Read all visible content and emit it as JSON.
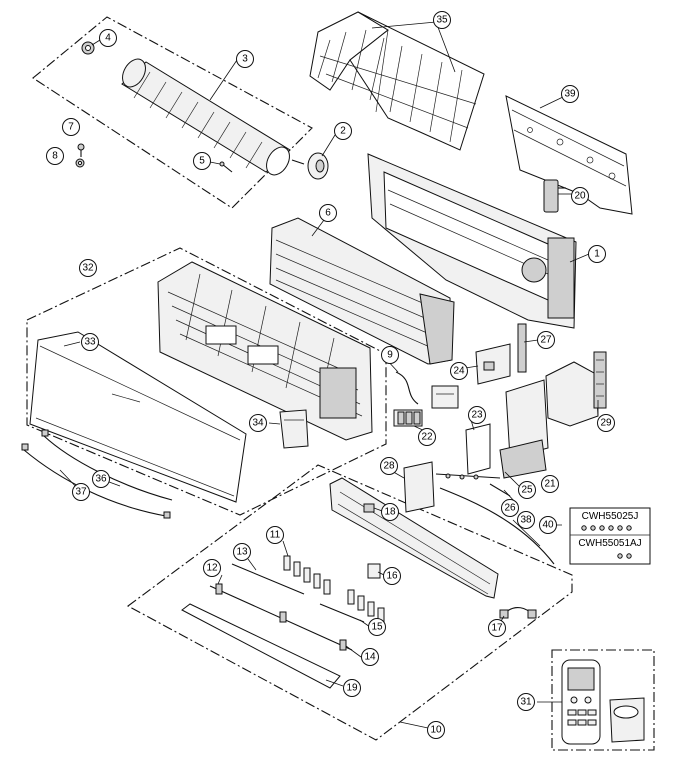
{
  "callouts": [
    {
      "id": "c1",
      "label": "1"
    },
    {
      "id": "c2",
      "label": "2"
    },
    {
      "id": "c3",
      "label": "3"
    },
    {
      "id": "c4",
      "label": "4"
    },
    {
      "id": "c5",
      "label": "5"
    },
    {
      "id": "c6",
      "label": "6"
    },
    {
      "id": "c7",
      "label": "7"
    },
    {
      "id": "c8",
      "label": "8"
    },
    {
      "id": "c9",
      "label": "9"
    },
    {
      "id": "c10",
      "label": "10"
    },
    {
      "id": "c11",
      "label": "11"
    },
    {
      "id": "c12",
      "label": "12"
    },
    {
      "id": "c13",
      "label": "13"
    },
    {
      "id": "c14",
      "label": "14"
    },
    {
      "id": "c15",
      "label": "15"
    },
    {
      "id": "c16",
      "label": "16"
    },
    {
      "id": "c17",
      "label": "17"
    },
    {
      "id": "c18",
      "label": "18"
    },
    {
      "id": "c19",
      "label": "19"
    },
    {
      "id": "c20",
      "label": "20"
    },
    {
      "id": "c21",
      "label": "21"
    },
    {
      "id": "c22",
      "label": "22"
    },
    {
      "id": "c23",
      "label": "23"
    },
    {
      "id": "c24",
      "label": "24"
    },
    {
      "id": "c25",
      "label": "25"
    },
    {
      "id": "c26",
      "label": "26"
    },
    {
      "id": "c27",
      "label": "27"
    },
    {
      "id": "c28",
      "label": "28"
    },
    {
      "id": "c29",
      "label": "29"
    },
    {
      "id": "c31",
      "label": "31"
    },
    {
      "id": "c32",
      "label": "32"
    },
    {
      "id": "c33",
      "label": "33"
    },
    {
      "id": "c34",
      "label": "34"
    },
    {
      "id": "c35",
      "label": "35"
    },
    {
      "id": "c36",
      "label": "36"
    },
    {
      "id": "c37",
      "label": "37"
    },
    {
      "id": "c38",
      "label": "38"
    },
    {
      "id": "c39",
      "label": "39"
    },
    {
      "id": "c40",
      "label": "40"
    }
  ],
  "accessory_box": {
    "code_a": "CWH55025J",
    "code_b": "CWH55051AJ"
  }
}
